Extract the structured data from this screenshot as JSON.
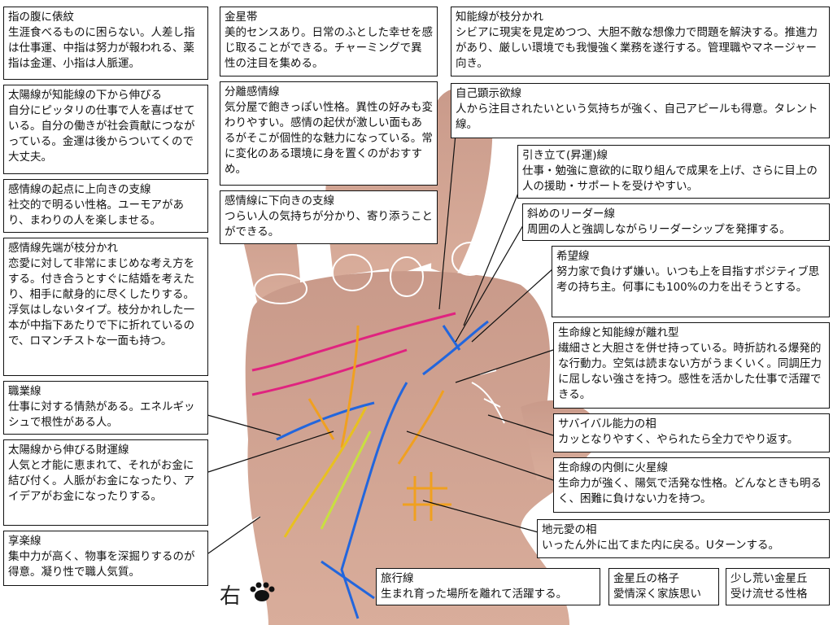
{
  "labels": [
    {
      "title": "指の腹に俵紋",
      "desc": "生涯食べるものに困らない。人差し指は仕事運、中指は努力が報われる、薬指は金運、小指は人脈運。"
    },
    {
      "title": "太陽線が知能線の下から伸びる",
      "desc": "自分にピッタリの仕事で人を喜ばせている。自分の働きが社会貢献につながっている。金運は後からついてくので大丈夫。"
    },
    {
      "title": "感情線の起点に上向きの支線",
      "desc": "社交的で明るい性格。ユーモアがあり、まわりの人を楽しませる。"
    },
    {
      "title": "感情線先端が枝分かれ",
      "desc": "恋愛に対して非常にまじめな考え方をする。付き合うとすぐに結婚を考えたり、相手に献身的に尽くしたりする。浮気はしないタイプ。枝分かれした一本が中指下あたりで下に折れているので、ロマンチストな一面も持つ。"
    },
    {
      "title": "職業線",
      "desc": "仕事に対する情熱がある。エネルギッシュで根性がある人。"
    },
    {
      "title": "太陽線から伸びる財運線",
      "desc": "人気と才能に恵まれて、それがお金に結び付く。人脈がお金になったり、アイデアがお金になったりする。"
    },
    {
      "title": "享楽線",
      "desc": "集中力が高く、物事を深掘りするのが得意。凝り性で職人気質。"
    },
    {
      "title": "金星帯",
      "desc": "美的センスあり。日常のふとした幸せを感じ取ることができる。チャーミングで異性の注目を集める。"
    },
    {
      "title": "分離感情線",
      "desc": "気分屋で飽きっぽい性格。異性の好みも変わりやすい。感情の起伏が激しい面もあるがそこが個性的な魅力になっている。常に変化のある環境に身を置くのがおすすめ。"
    },
    {
      "title": "感情線に下向きの支線",
      "desc": "つらい人の気持ちが分かり、寄り添うことができる。"
    },
    {
      "title": "知能線が枝分かれ",
      "desc": "シビアに現実を見定めつつ、大胆不敵な想像力で問題を解決する。推進力があり、厳しい環境でも我慢強く業務を遂行する。管理職やマネージャー向き。"
    },
    {
      "title": "自己顕示欲線",
      "desc": "人から注目されたいという気持ちが強く、自己アピールも得意。タレント線。"
    },
    {
      "title": "引き立て(昇運)線",
      "desc": "仕事・勉強に意欲的に取り組んで成果を上げ、さらに目上の人の援助・サポートを受けやすい。"
    },
    {
      "title": "斜めのリーダー線",
      "desc": "周囲の人と強調しながらリーダーシップを発揮する。"
    },
    {
      "title": "希望線",
      "desc": "努力家で負けず嫌い。いつも上を目指すポジティブ思考の持ち主。何事にも100%の力を出そうとする。"
    },
    {
      "title": "生命線と知能線が離れ型",
      "desc": "繊細さと大胆さを併せ持っている。時折訪れる爆発的な行動力。空気は読まない方がうまくいく。同調圧力に屈しない強さを持つ。感性を活かした仕事で活躍できる。"
    },
    {
      "title": "サバイバル能力の相",
      "desc": "カッとなりやすく、やられたら全力でやり返す。"
    },
    {
      "title": "生命線の内側に火星線",
      "desc": "生命力が強く、陽気で活発な性格。どんなときも明るく、困難に負けない力を持つ。"
    },
    {
      "title": "地元愛の相",
      "desc": "いったん外に出てまた内に戻る。Uターンする。"
    },
    {
      "title": "旅行線",
      "desc": "生まれ育った場所を離れて活躍する。"
    },
    {
      "title": "金星丘の格子",
      "desc": "愛情深く家族思い"
    },
    {
      "title": "少し荒い金星丘",
      "desc": "受け流せる性格"
    }
  ],
  "hand_label": "右",
  "line_colors": {
    "heart": "#e0237f",
    "head": "#2266dd",
    "life": "#2266dd",
    "sun": "#f0a020",
    "fate": "#e8c020",
    "happy": "#c8e040",
    "white": "#ffffff"
  }
}
